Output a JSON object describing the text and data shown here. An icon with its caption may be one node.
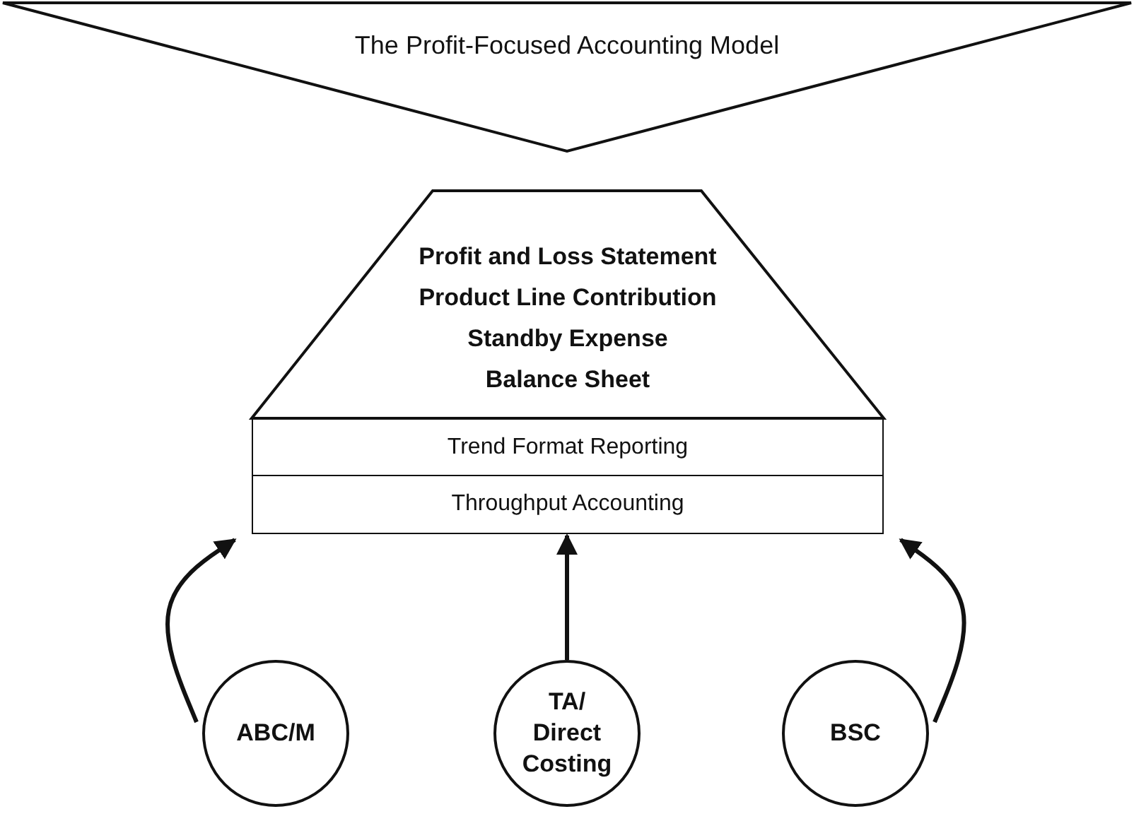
{
  "diagram": {
    "nodes": [
      {
        "text": [
          "The Profit-Focused Accounting Model"
        ]
      },
      {
        "text": [
          "Profit and Loss Statement",
          "Product Line Contribution",
          "Standby Expense",
          "Balance Sheet"
        ]
      },
      {
        "text": [
          "Trend Format Reporting"
        ]
      },
      {
        "text": [
          "Throughput Accounting"
        ]
      },
      {
        "text": [
          "ABC/M"
        ]
      },
      {
        "text": [
          "TA/ Direct Costing"
        ]
      },
      {
        "text": [
          "BSC"
        ]
      }
    ],
    "edges": [
      {
        "from": 4,
        "to": 3,
        "arrow": "to"
      },
      {
        "from": 5,
        "to": 3,
        "arrow": "to"
      },
      {
        "from": 6,
        "to": 3,
        "arrow": "to"
      }
    ]
  }
}
